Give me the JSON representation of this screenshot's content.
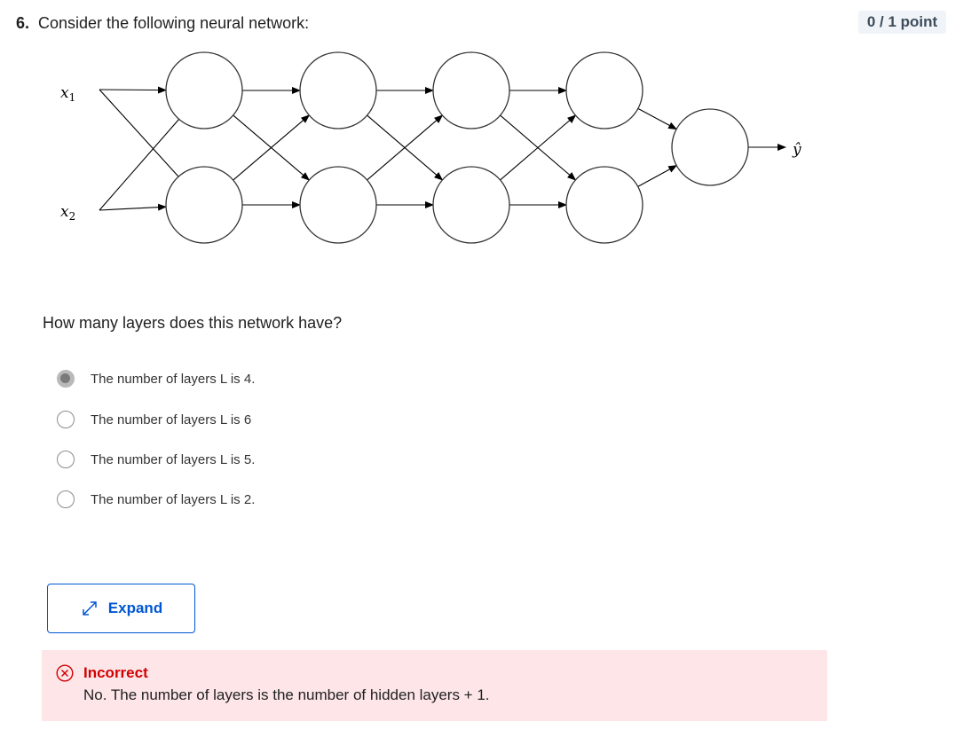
{
  "question": {
    "number": "6.",
    "text": "Consider the following neural network:",
    "points": "0 / 1 point",
    "prompt": "How many layers does this network have?"
  },
  "diagram": {
    "inputs": [
      {
        "base": "x",
        "sub": "1"
      },
      {
        "base": "x",
        "sub": "2"
      }
    ],
    "output_label": "ŷ",
    "hidden_layers": 4,
    "units_per_hidden_layer": 2,
    "output_units": 1
  },
  "options": [
    {
      "label": "The number of layers L is 4.",
      "selected": true
    },
    {
      "label": "The number of layers L is 6",
      "selected": false
    },
    {
      "label": "The number of layers L is 5.",
      "selected": false
    },
    {
      "label": "The number of layers L is 2.",
      "selected": false
    }
  ],
  "expand": {
    "label": "Expand",
    "icon": "expand-arrows-icon"
  },
  "feedback": {
    "title": "Incorrect",
    "text": "No. The number of layers is the number of hidden layers + 1.",
    "icon": "x-circle-icon",
    "color": "#d30001",
    "background": "#fde5e8"
  },
  "colors": {
    "accent": "#0056d2",
    "badge_bg": "#f0f4f8",
    "badge_text": "#3d4d5c"
  }
}
